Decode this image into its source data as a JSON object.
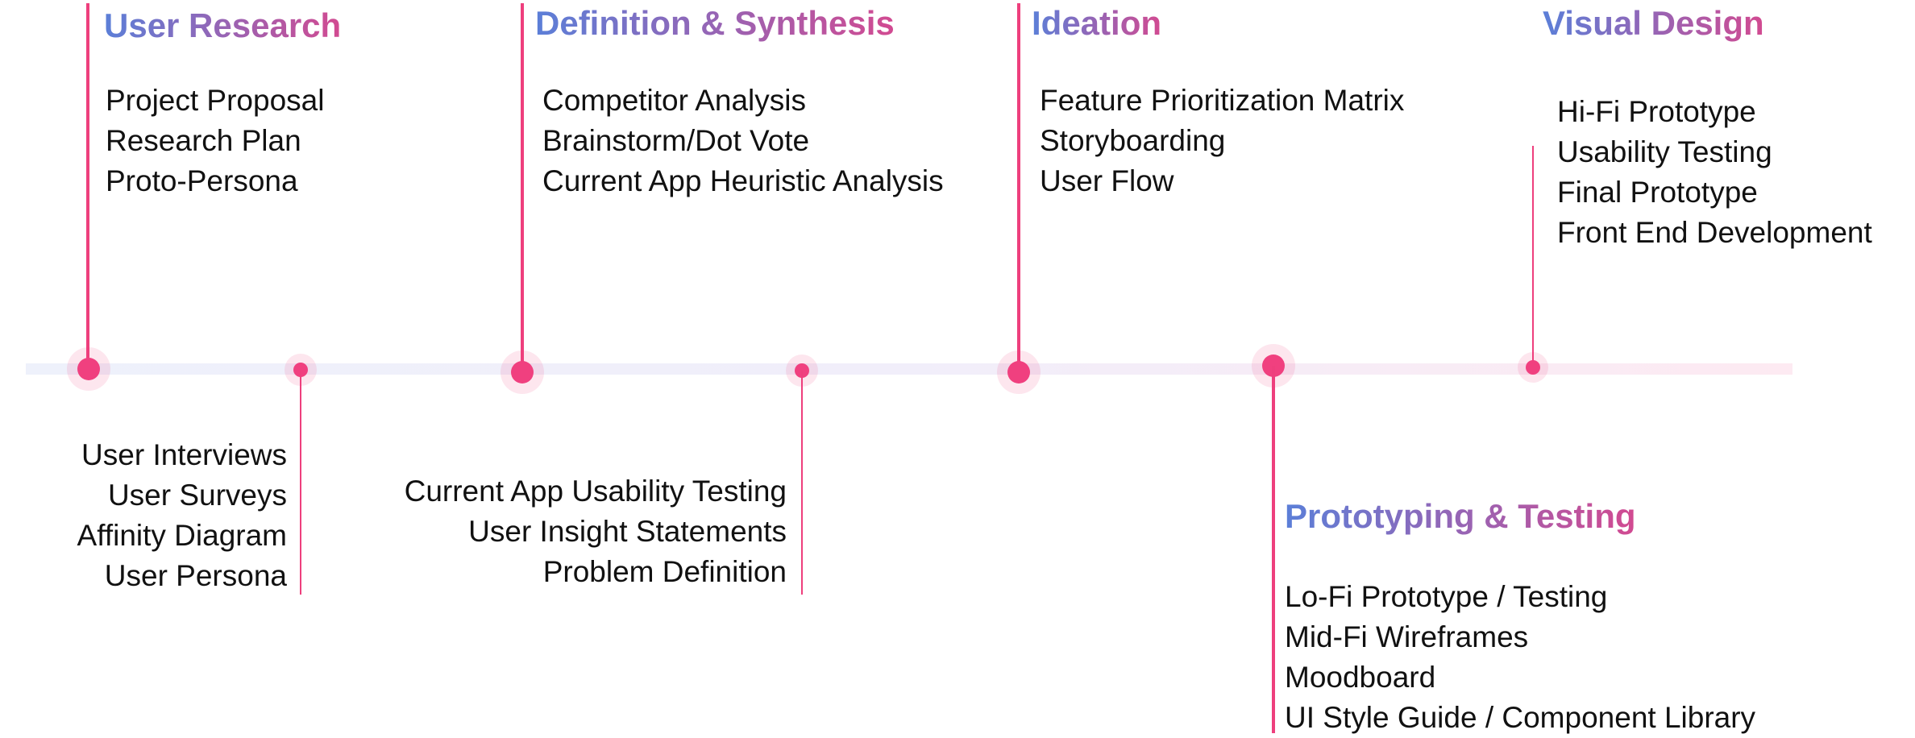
{
  "colors": {
    "accent": "#ee3f7d",
    "title_gradient_start": "#5b7fd8",
    "title_gradient_end": "#d24a91",
    "axis_start": "#eef1fb",
    "axis_end": "#fdeaf2",
    "text": "#111111"
  },
  "phases": [
    {
      "title": "User Research",
      "items": [
        "Project Proposal",
        "Research Plan",
        "Proto-Persona"
      ],
      "secondary_items": [
        "User Interviews",
        "User Surveys",
        "Affinity Diagram",
        "User Persona"
      ]
    },
    {
      "title": "Definition & Synthesis",
      "items": [
        "Competitor Analysis",
        "Brainstorm/Dot Vote",
        "Current App Heuristic Analysis"
      ],
      "secondary_items": [
        "Current App Usability Testing",
        "User Insight Statements",
        "Problem Definition"
      ]
    },
    {
      "title": "Ideation",
      "items": [
        "Feature Prioritization Matrix",
        "Storyboarding",
        "User Flow"
      ]
    },
    {
      "title": "Prototyping & Testing",
      "items": [
        "Lo-Fi Prototype / Testing",
        "Mid-Fi Wireframes",
        "Moodboard",
        "UI Style Guide / Component Library"
      ]
    },
    {
      "title": "Visual Design",
      "items": [
        "Hi-Fi Prototype",
        "Usability Testing",
        "Final Prototype",
        "Front End Development"
      ]
    }
  ]
}
